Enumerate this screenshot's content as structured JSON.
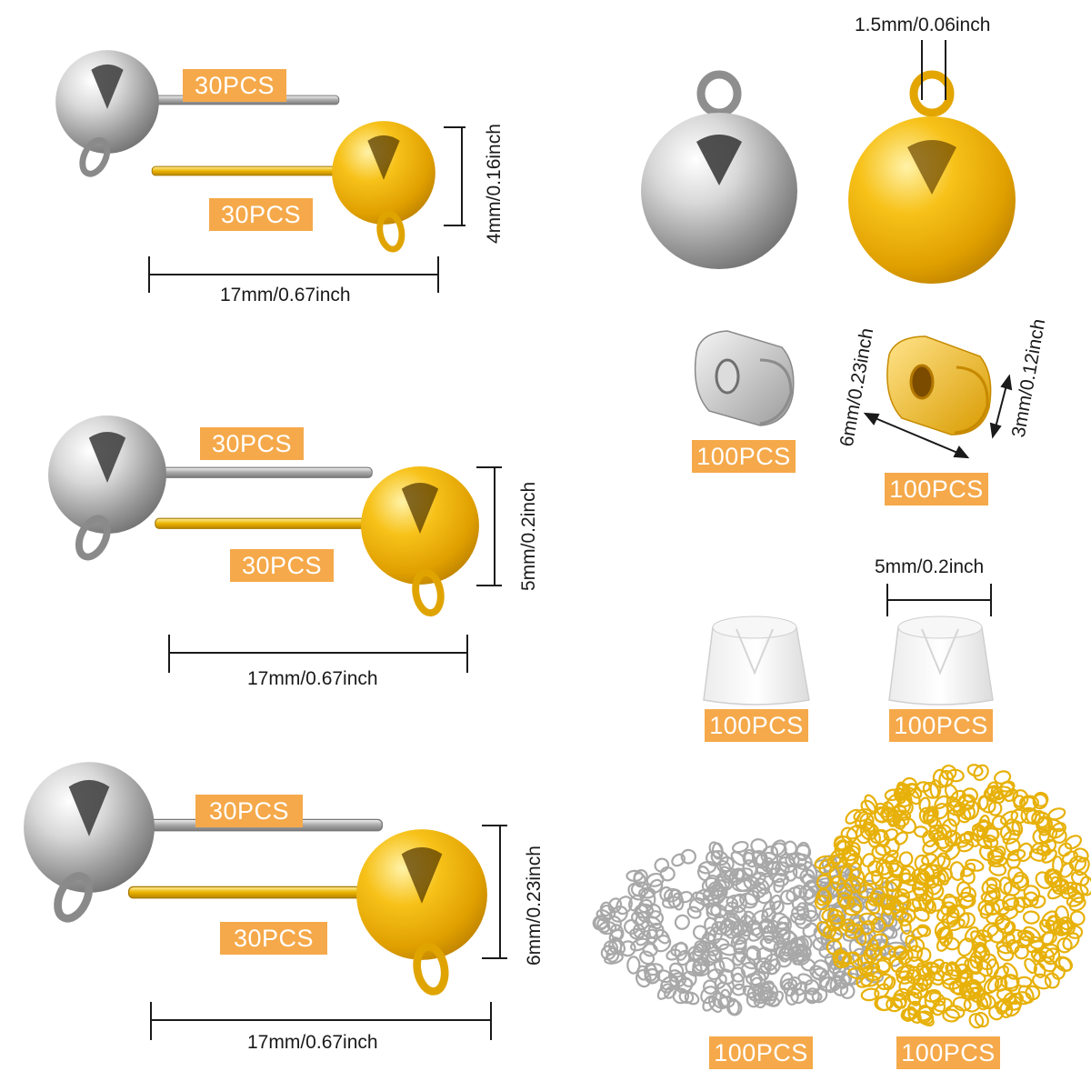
{
  "colors": {
    "label_bg": "#f5a94a",
    "label_text": "#ffffff",
    "silver": "#c9c9c9",
    "gold": "#f2b600",
    "dimension_text": "#1a1a1a"
  },
  "set1": {
    "silver_qty": "30PCS",
    "gold_qty": "30PCS",
    "height": "4mm/0.16inch",
    "length": "17mm/0.67inch"
  },
  "set2": {
    "silver_qty": "30PCS",
    "gold_qty": "30PCS",
    "height": "5mm/0.2inch",
    "length": "17mm/0.67inch"
  },
  "set3": {
    "silver_qty": "30PCS",
    "gold_qty": "30PCS",
    "height": "6mm/0.23inch",
    "length": "17mm/0.67inch"
  },
  "ball_charms": {
    "loop_size": "1.5mm/0.06inch"
  },
  "butterfly_backs": {
    "silver_qty": "100PCS",
    "gold_qty": "100PCS",
    "width": "6mm/0.23inch",
    "height": "3mm/0.12inch"
  },
  "rubber_backs": {
    "size": "5mm/0.2inch",
    "left_qty": "100PCS",
    "right_qty": "100PCS"
  },
  "jump_rings": {
    "silver_qty": "100PCS",
    "gold_qty": "100PCS"
  }
}
